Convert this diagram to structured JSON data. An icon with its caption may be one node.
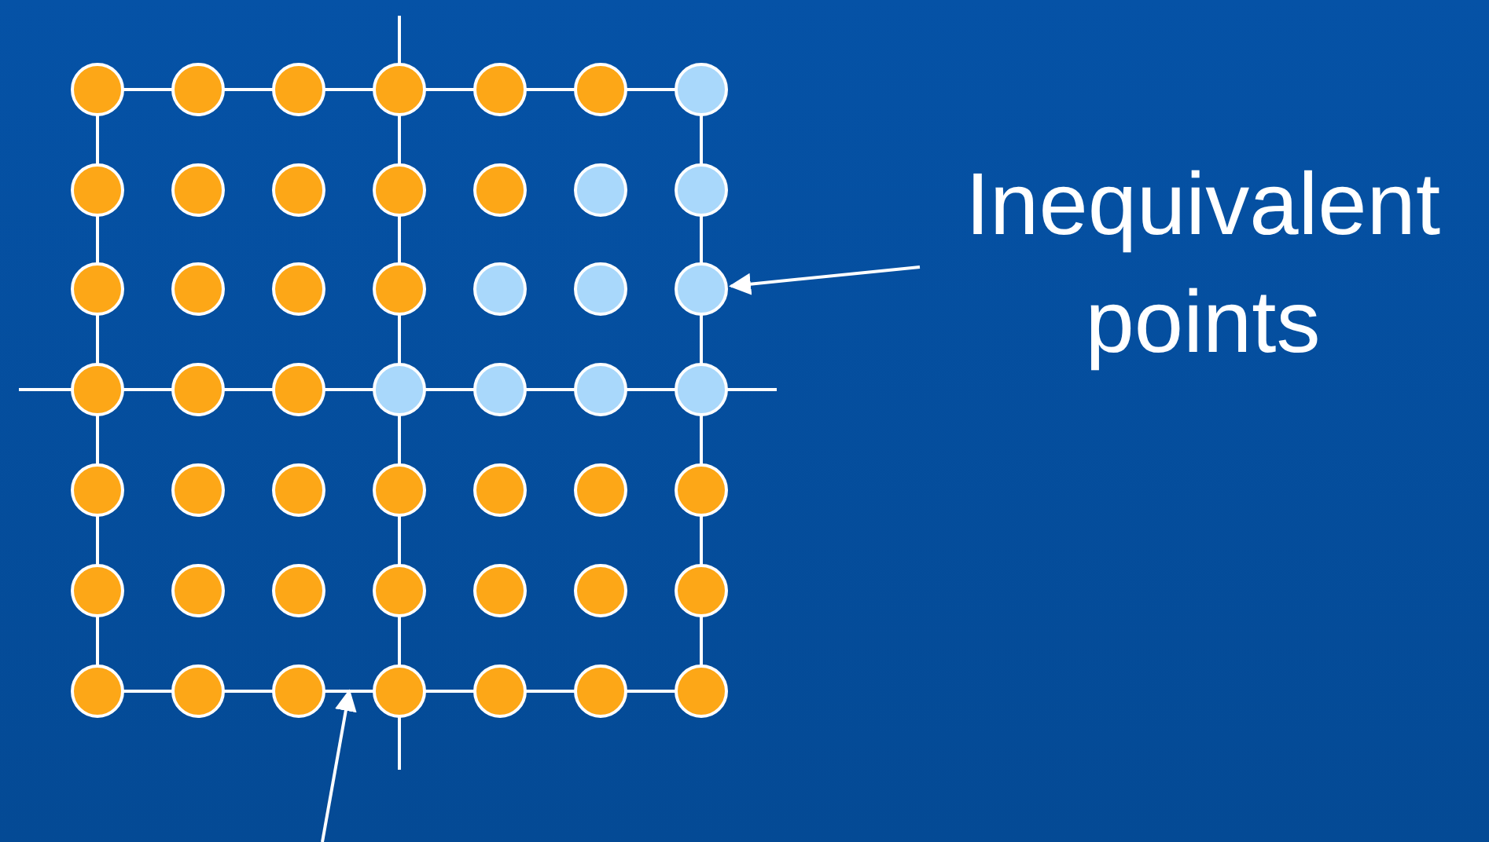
{
  "diagram": {
    "nodes": [
      {
        "text": [
          "Inequivalent points"
        ]
      },
      {
        "text": [],
        "shape": "box"
      },
      {
        "text": [],
        "shape": "circle"
      },
      {
        "text": [],
        "shape": "circle"
      },
      {
        "text": [],
        "shape": "circle"
      },
      {
        "text": [],
        "shape": "circle"
      },
      {
        "text": [],
        "shape": "circle"
      },
      {
        "text": [],
        "shape": "circle"
      },
      {
        "text": [],
        "shape": "circle"
      },
      {
        "text": [],
        "shape": "circle"
      },
      {
        "text": [],
        "shape": "circle",
        "in": 1
      },
      {
        "text": [],
        "shape": "circle",
        "in": 1
      },
      {
        "text": [],
        "shape": "circle",
        "in": 1
      },
      {
        "text": [],
        "shape": "circle",
        "in": 1
      },
      {
        "text": [],
        "shape": "circle",
        "in": 1
      },
      {
        "text": [],
        "shape": "circle"
      },
      {
        "text": [],
        "shape": "circle"
      },
      {
        "text": [],
        "shape": "circle",
        "in": 1
      },
      {
        "text": [],
        "shape": "circle",
        "in": 1
      },
      {
        "text": [],
        "shape": "circle",
        "in": 1
      },
      {
        "text": [],
        "shape": "circle",
        "in": 1
      },
      {
        "text": [],
        "shape": "circle",
        "in": 1
      },
      {
        "text": [],
        "shape": "circle"
      },
      {
        "text": [],
        "shape": "circle"
      },
      {
        "text": [],
        "shape": "circle",
        "in": 1
      },
      {
        "text": [],
        "shape": "circle",
        "in": 1
      },
      {
        "text": [],
        "shape": "circle",
        "in": 1
      },
      {
        "text": [],
        "shape": "circle",
        "in": 1
      },
      {
        "text": [],
        "shape": "circle",
        "in": 1
      },
      {
        "text": [],
        "shape": "circle"
      },
      {
        "text": [],
        "shape": "circle"
      },
      {
        "text": [],
        "shape": "circle",
        "in": 1
      },
      {
        "text": [],
        "shape": "circle",
        "in": 1
      },
      {
        "text": [],
        "shape": "circle",
        "in": 1
      },
      {
        "text": [],
        "shape": "circle",
        "in": 1
      },
      {
        "text": [],
        "shape": "circle",
        "in": 1
      },
      {
        "text": [],
        "shape": "circle"
      },
      {
        "text": [],
        "shape": "circle"
      },
      {
        "text": [],
        "shape": "circle",
        "in": 1
      },
      {
        "text": [],
        "shape": "circle",
        "in": 1
      },
      {
        "text": [],
        "shape": "circle",
        "in": 1
      },
      {
        "text": [],
        "shape": "circle",
        "in": 1
      },
      {
        "text": [],
        "shape": "circle",
        "in": 1
      },
      {
        "text": [],
        "shape": "circle"
      },
      {
        "text": [],
        "shape": "circle"
      },
      {
        "text": [],
        "shape": "circle"
      },
      {
        "text": [],
        "shape": "circle"
      },
      {
        "text": [],
        "shape": "circle"
      },
      {
        "text": [],
        "shape": "circle"
      },
      {
        "text": [],
        "shape": "circle"
      },
      {
        "text": [],
        "shape": "circle"
      }
    ],
    "edges": [
      {
        "from": 0,
        "to": 22,
        "arrow": "to"
      },
      {
        "from": null,
        "to": 1,
        "arrow": "to"
      }
    ]
  }
}
